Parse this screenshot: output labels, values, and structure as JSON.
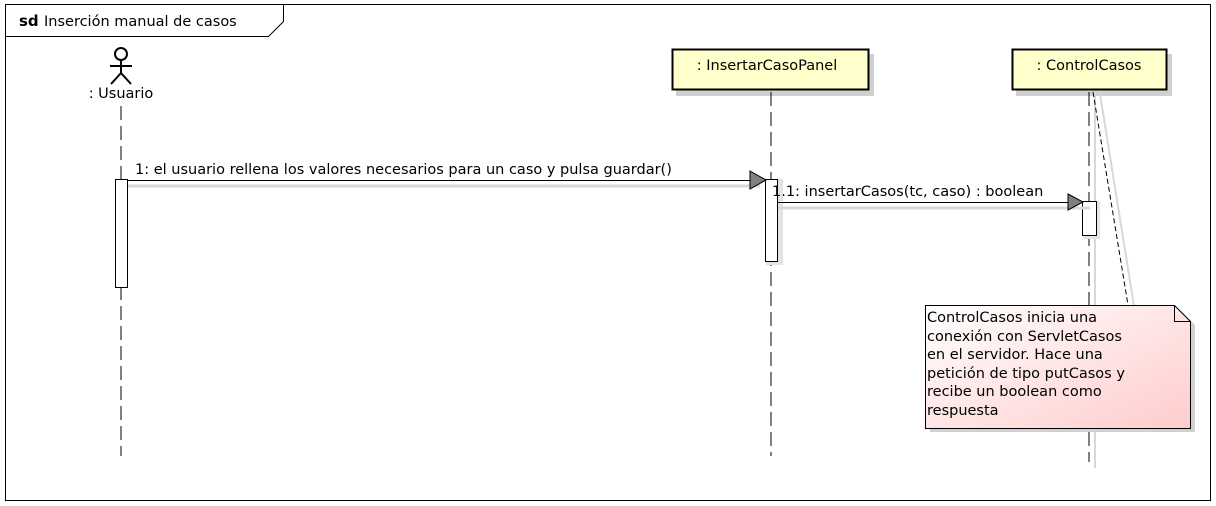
{
  "frame": {
    "keyword": "sd",
    "title": "Inserción manual de casos"
  },
  "lifelines": [
    {
      "id": "usuario",
      "label": ": Usuario",
      "kind": "actor"
    },
    {
      "id": "panel",
      "label": ": InsertarCasoPanel",
      "kind": "object"
    },
    {
      "id": "control",
      "label": ": ControlCasos",
      "kind": "object"
    }
  ],
  "messages": [
    {
      "id": "msg-1",
      "label": "1: el usuario rellena los valores necesarios para un caso y pulsa guardar()",
      "from": "usuario",
      "to": "panel"
    },
    {
      "id": "msg-1-1",
      "label": "1.1: insertarCasos(tc, caso) : boolean",
      "from": "panel",
      "to": "control"
    }
  ],
  "note": {
    "lines": [
      "ControlCasos inicia una",
      "conexión con ServletCasos",
      "en el servidor. Hace una",
      "petición de tipo putCasos y",
      "recibe un boolean como",
      "respuesta"
    ],
    "attached_to": "control"
  },
  "colors": {
    "object_fill": "#ffffcc",
    "note_fill_start": "#ffffff",
    "note_fill_end": "#ffcccc",
    "shadow": "#d0d0d0",
    "arrow_head": "#808080"
  }
}
